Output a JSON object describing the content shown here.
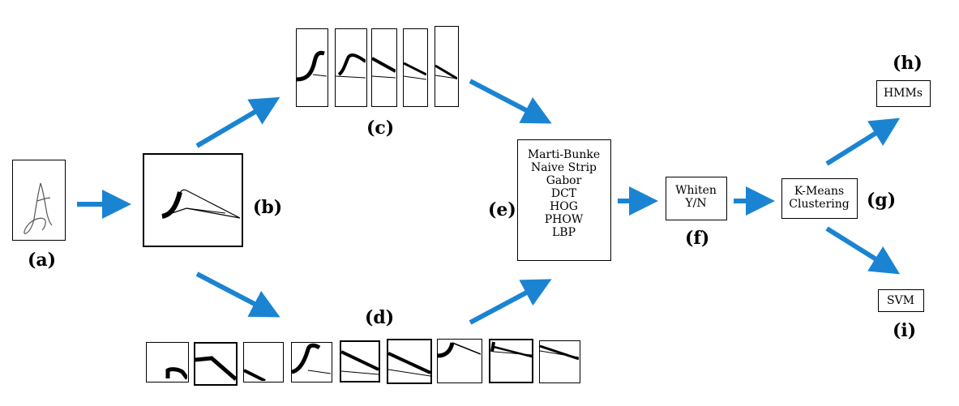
{
  "labels": {
    "a": "(a)",
    "b": "(b)",
    "c": "(c)",
    "d": "(d)",
    "e": "(e)",
    "f": "(f)",
    "g": "(g)",
    "h": "(h)",
    "i": "(i)"
  },
  "features": [
    "Marti-Bunke",
    "Naive Strip",
    "Gabor",
    "DCT",
    "HOG",
    "PHOW",
    "LBP"
  ],
  "whiten": {
    "line1": "Whiten",
    "line2": "Y/N"
  },
  "kmeans": {
    "line1": "K-Means",
    "line2": "Clustering"
  },
  "hmm": "HMMs",
  "svm": "SVM",
  "colors": {
    "arrow": "#1a84d2",
    "stroke": "#000000"
  }
}
